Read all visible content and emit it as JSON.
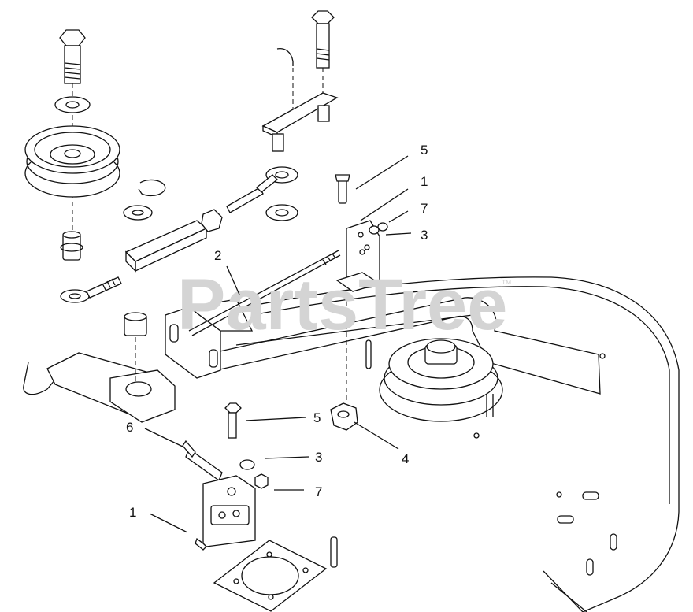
{
  "watermark": {
    "text": "PartsTree",
    "trademark": "™"
  },
  "callouts": {
    "c1": "5",
    "c2": "1",
    "c3": "7",
    "c4": "3",
    "c5": "2",
    "c6": "5",
    "c7": "3",
    "c8": "6",
    "c9": "7",
    "c10": "4",
    "c11": "1"
  },
  "colors": {
    "line": "#111111",
    "watermark": "#d4d4d4",
    "background": "#ffffff"
  }
}
